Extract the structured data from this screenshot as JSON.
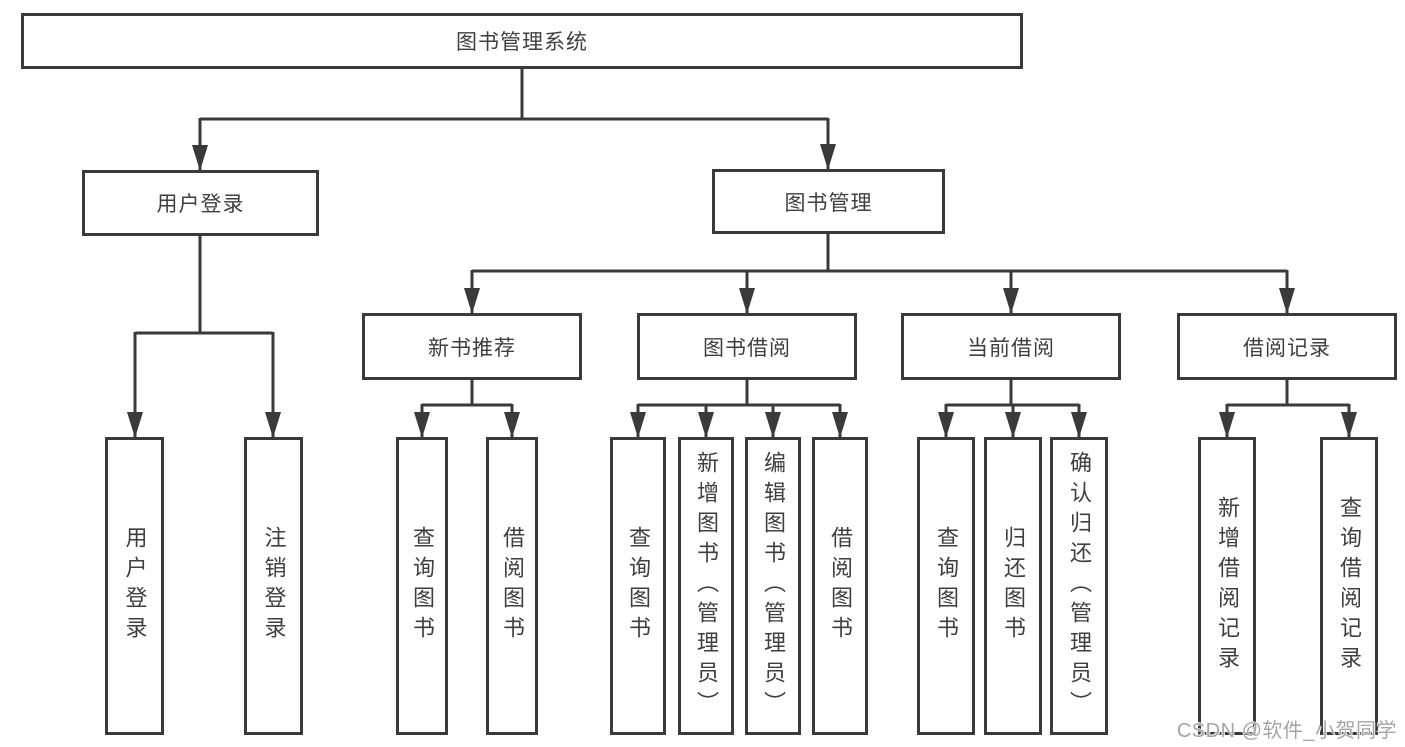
{
  "diagram": {
    "root": {
      "label": "图书管理系统"
    },
    "user_login": {
      "label": "用户登录",
      "children": {
        "login": {
          "label": "用户登录"
        },
        "logout": {
          "label": "注销登录"
        }
      }
    },
    "book_mgmt": {
      "label": "图书管理",
      "children": {
        "new_book_rec": {
          "label": "新书推荐",
          "children": {
            "query_books": {
              "label": "查询图书"
            },
            "borrow_books": {
              "label": "借阅图书"
            }
          }
        },
        "book_borrow": {
          "label": "图书借阅",
          "children": {
            "query_books": {
              "label": "查询图书"
            },
            "add_books": {
              "label": "新增图书（管理员）"
            },
            "edit_books": {
              "label": "编辑图书（管理员）"
            },
            "borrow_books": {
              "label": "借阅图书"
            }
          }
        },
        "current_borrow": {
          "label": "当前借阅",
          "children": {
            "query_books": {
              "label": "查询图书"
            },
            "return_books": {
              "label": "归还图书"
            },
            "confirm_return": {
              "label": "确认归还（管理员）"
            }
          }
        },
        "borrow_record": {
          "label": "借阅记录",
          "children": {
            "add_record": {
              "label": "新增借阅记录"
            },
            "query_record": {
              "label": "查询借阅记录"
            }
          }
        }
      }
    }
  },
  "watermark": {
    "text": "CSDN @软件_小贺同学"
  },
  "colors": {
    "line": "#3a3a3a",
    "text": "#3f3f3f",
    "watermark": "#a5a5a5",
    "background": "#ffffff"
  }
}
